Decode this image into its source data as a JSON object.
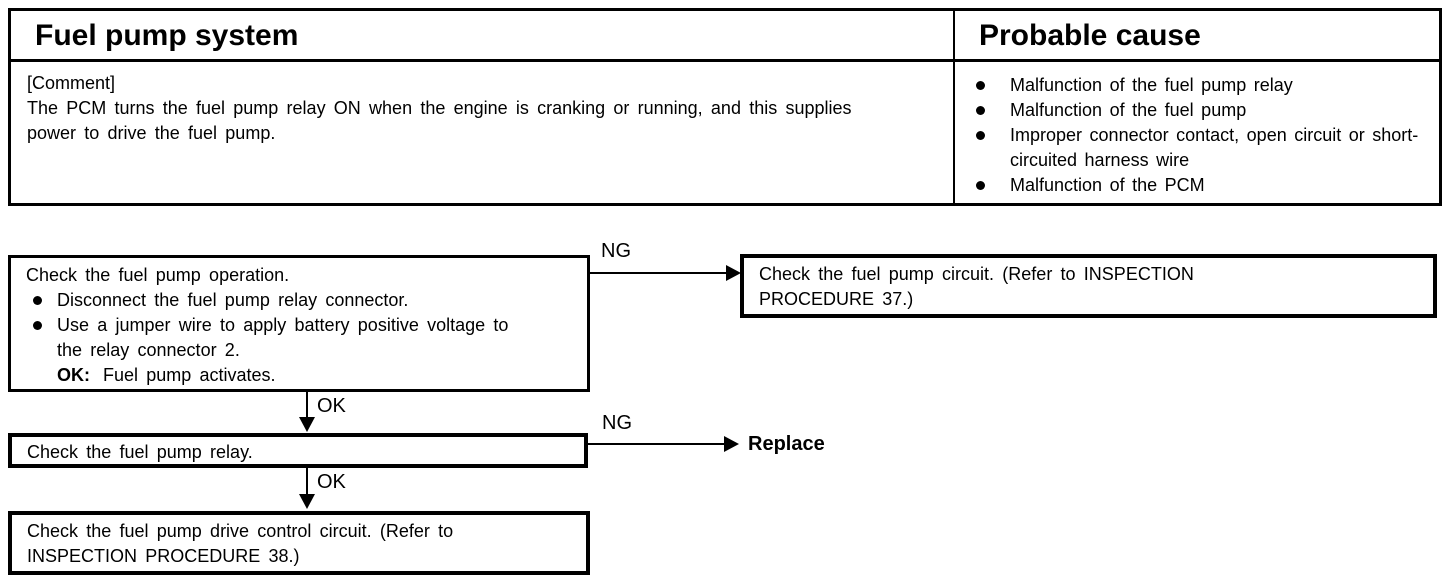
{
  "page": {
    "background": "#ffffff",
    "ink": "#000000"
  },
  "table": {
    "title": "Fuel pump system",
    "probable_cause_title": "Probable cause",
    "comment_label": "[Comment]",
    "comment_lines": [
      "The PCM turns the fuel pump relay ON when the engine is cranking or running, and this supplies",
      "power to drive the fuel pump."
    ],
    "causes": [
      "Malfunction of the fuel pump relay",
      "Malfunction of the fuel pump",
      "Improper connector contact, open circuit or short-circuited harness wire",
      "Malfunction of the PCM"
    ]
  },
  "flowchart": {
    "step1": {
      "title": "Check the fuel pump operation.",
      "bullets": [
        [
          "Disconnect the fuel pump relay connector."
        ],
        [
          "Use a jumper wire to apply battery positive voltage to",
          "the relay connector 2."
        ]
      ],
      "ok_label": "OK:",
      "ok_text": "Fuel pump activates."
    },
    "ng1_label": "NG",
    "ng1_result_lines": [
      "Check the fuel pump circuit. (Refer to INSPECTION",
      "PROCEDURE 37.)"
    ],
    "ok1_label": "OK",
    "step2": {
      "title": "Check the fuel pump relay."
    },
    "ng2_label": "NG",
    "ng2_result": "Replace",
    "ok2_label": "OK",
    "step3_lines": [
      "Check the fuel pump drive control circuit. (Refer to",
      "INSPECTION PROCEDURE 38.)"
    ]
  }
}
